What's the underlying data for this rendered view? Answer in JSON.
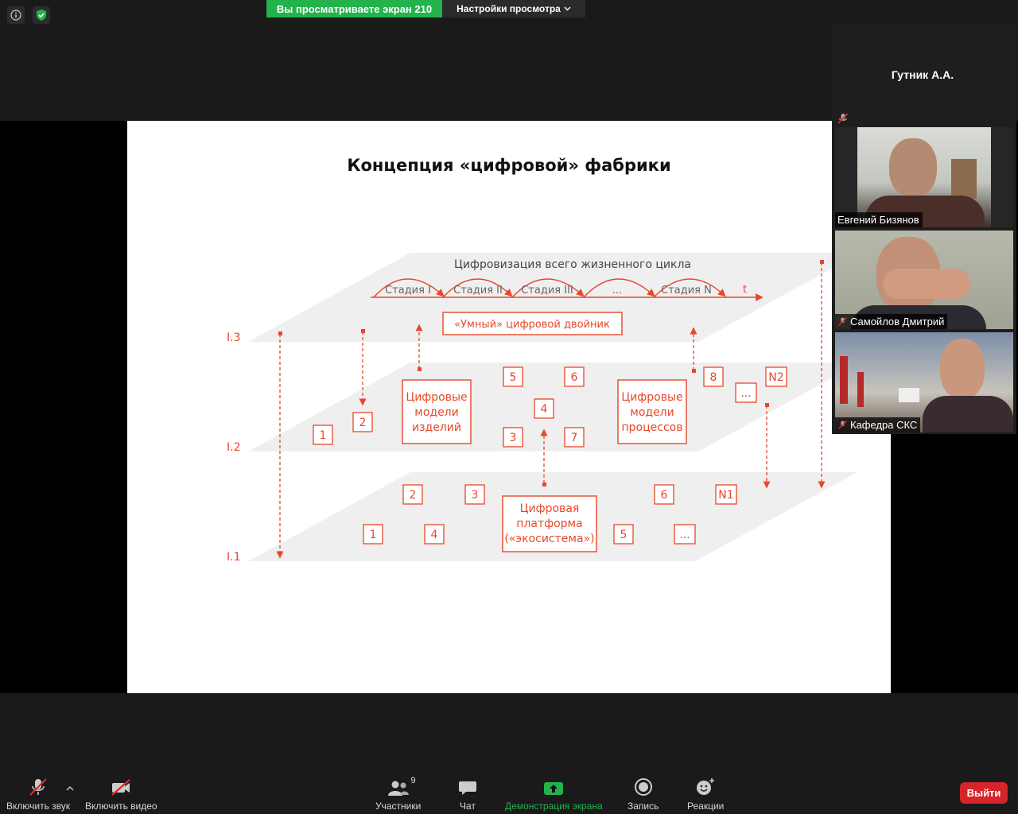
{
  "top": {
    "sharing_label": "Вы просматриваете экран 210",
    "view_options_label": "Настройки просмотра",
    "info_icon": "info-icon",
    "security_icon": "shield-check-icon"
  },
  "slide": {
    "title": "Концепция «цифровой» фабрики",
    "level_labels": [
      "I.3",
      "I.2",
      "I.1"
    ],
    "lifecycle_title": "Цифровизация всего жизненного цикла",
    "stages": [
      "Стадия I",
      "Стадия II",
      "Стадия III",
      "...",
      "Стадия N"
    ],
    "time_label": "t",
    "twin_label": "«Умный» цифровой двойник",
    "product_models": [
      "Цифровые",
      "модели",
      "изделий"
    ],
    "process_models": [
      "Цифровые",
      "модели",
      "процессов"
    ],
    "platform": [
      "Цифровая",
      "платформа",
      "(«экосистема»)"
    ],
    "l2_boxes": [
      "1",
      "2",
      "5",
      "6",
      "4",
      "3",
      "7",
      "8",
      "...",
      "N2"
    ],
    "l1_boxes": [
      "2",
      "3",
      "6",
      "N1",
      "1",
      "4",
      "5",
      "..."
    ],
    "accent_color": "#e8472b"
  },
  "participants": {
    "host_name": "Гутник А.А.",
    "tiles": [
      {
        "name": "Евгений Бизянов",
        "muted": false
      },
      {
        "name": "Самойлов Дмитрий",
        "muted": true
      },
      {
        "name": "Кафедра СКС",
        "muted": true
      }
    ]
  },
  "toolbar": {
    "mute_label": "Включить звук",
    "video_label": "Включить видео",
    "participants_label": "Участники",
    "participants_count": "9",
    "chat_label": "Чат",
    "share_label": "Демонстрация экрана",
    "record_label": "Запись",
    "reactions_label": "Реакции",
    "leave_label": "Выйти"
  }
}
